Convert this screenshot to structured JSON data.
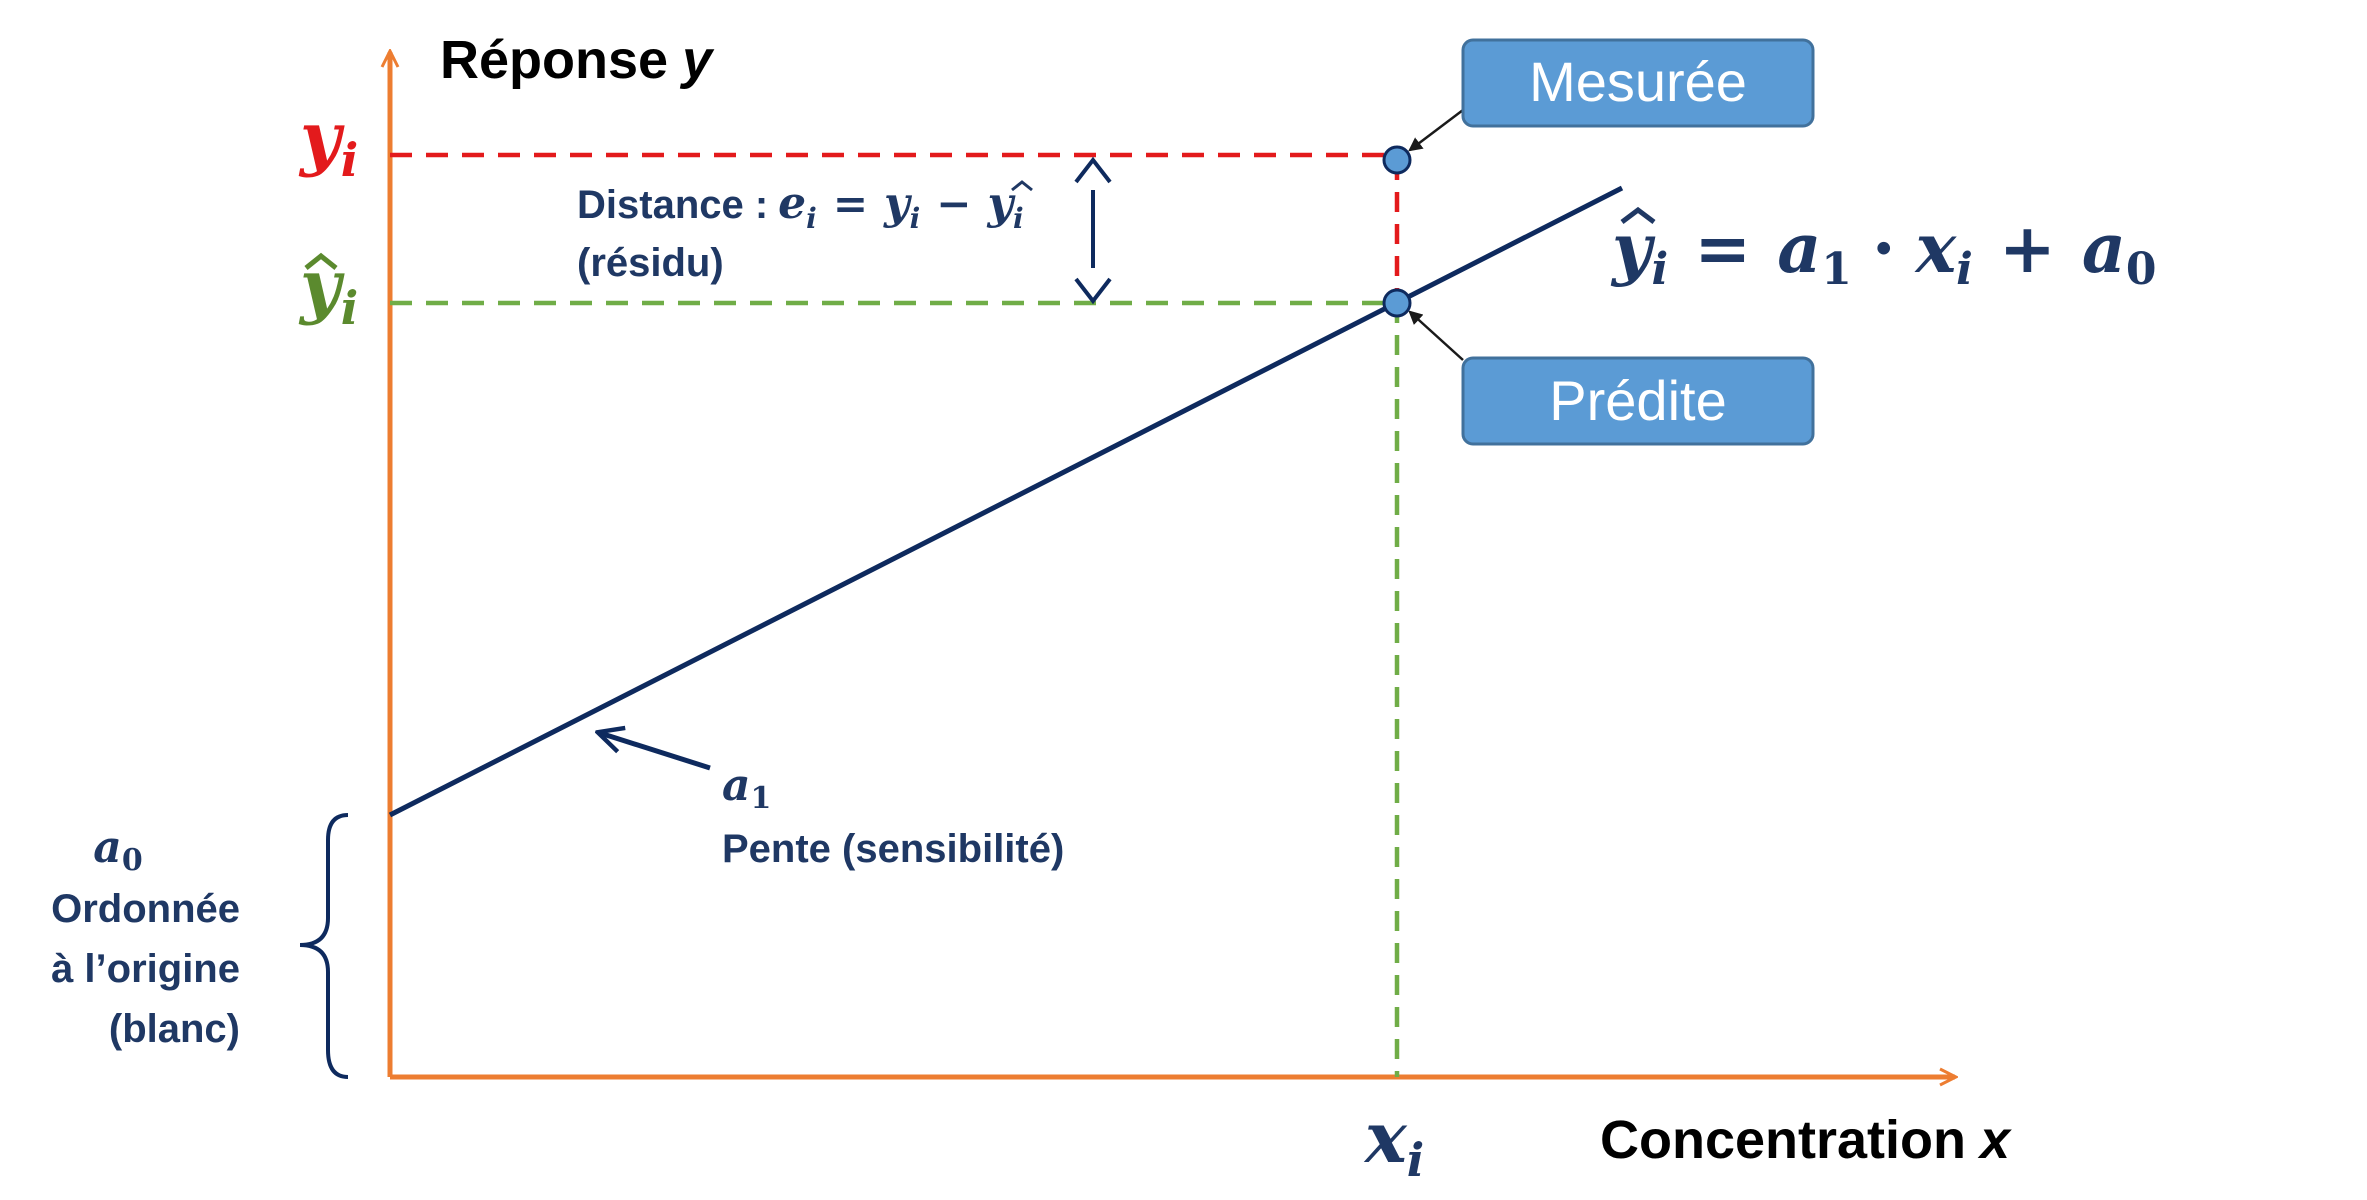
{
  "colors": {
    "axis": "#ED7D31",
    "line": "#0E2A5E",
    "measured": "#E31A1C",
    "predicted": "#5B8A2E",
    "box_fill": "#5B9BD5",
    "box_border": "#41719C",
    "text": "#1F3864"
  },
  "labels": {
    "y_axis_title": "Réponse",
    "y_axis_var": "y",
    "x_axis_title": "Concentration",
    "x_axis_var": "x",
    "y_i_base": "y",
    "y_i_sub": "i",
    "yhat_base": "y",
    "yhat_sub": "i",
    "x_i_base": "x",
    "x_i_sub": "i",
    "distance_prefix": "Distance :",
    "distance_e": "e",
    "distance_e_sub": "i",
    "distance_eq": "=",
    "distance_y": "y",
    "distance_y_sub": "i",
    "distance_minus": "−",
    "distance_yhat": "y",
    "distance_yhat_sub": "i",
    "residu": "(résidu)",
    "equation_lhs": "y",
    "equation_lhs_sub": "i",
    "equation_eq": "=",
    "equation_a": "a",
    "equation_a_sub": "1",
    "equation_dot": "·",
    "equation_x": "x",
    "equation_x_sub": "i",
    "equation_plus": "+",
    "equation_a0": "a",
    "equation_a0_sub": "0",
    "slope_symbol": "a",
    "slope_sub": "1",
    "slope_text": "Pente (sensibilité)",
    "intercept_symbol": "a",
    "intercept_sub": "0",
    "intercept_line1": "Ordonnée",
    "intercept_line2": "à l’origine",
    "intercept_line3": "(blanc)",
    "measured_box": "Mesurée",
    "predicted_box": "Prédite"
  }
}
